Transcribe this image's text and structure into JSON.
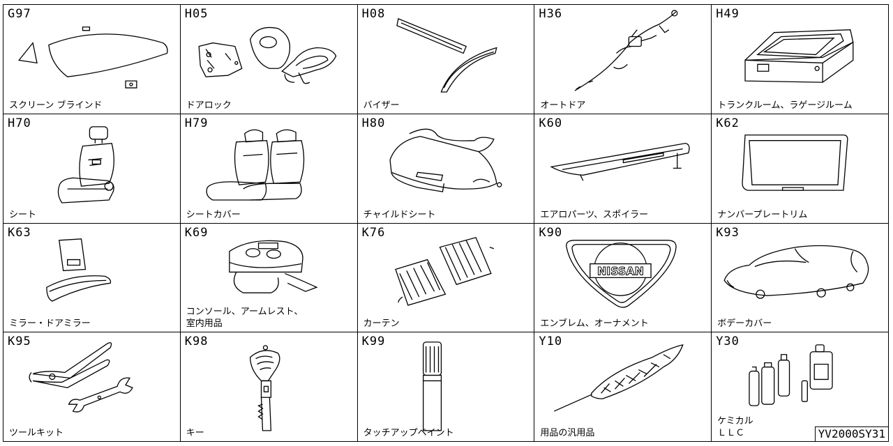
{
  "cells": [
    {
      "code": "G97",
      "label": "スクリーン ブラインド",
      "icon": "windshield-sunshade"
    },
    {
      "code": "H05",
      "label": "ドアロック",
      "icon": "door-lock"
    },
    {
      "code": "H08",
      "label": "バイザー",
      "icon": "visor"
    },
    {
      "code": "H36",
      "label": "オートドア",
      "icon": "auto-door-cable"
    },
    {
      "code": "H49",
      "label": "トランクルーム、ラゲージルーム",
      "icon": "trunk-box"
    },
    {
      "code": "H70",
      "label": "シート",
      "icon": "seat"
    },
    {
      "code": "H79",
      "label": "シートカバー",
      "icon": "seat-cover"
    },
    {
      "code": "H80",
      "label": "チャイルドシート",
      "icon": "child-seat"
    },
    {
      "code": "K60",
      "label": "エアロパーツ、スポイラー",
      "icon": "spoiler"
    },
    {
      "code": "K62",
      "label": "ナンバープレートリム",
      "icon": "plate-trim"
    },
    {
      "code": "K63",
      "label": "ミラー・ドアミラー",
      "icon": "mirror"
    },
    {
      "code": "K69",
      "label": "コンソール、アームレスト、\n室内用品",
      "icon": "console"
    },
    {
      "code": "K76",
      "label": "カーテン",
      "icon": "curtain"
    },
    {
      "code": "K90",
      "label": "エンブレム、オーナメント",
      "icon": "emblem",
      "emblem_text": "NISSAN"
    },
    {
      "code": "K93",
      "label": "ボデーカバー",
      "icon": "body-cover"
    },
    {
      "code": "K95",
      "label": "ツールキット",
      "icon": "tool-kit"
    },
    {
      "code": "K98",
      "label": "キー",
      "icon": "key"
    },
    {
      "code": "K99",
      "label": "タッチアップペイント",
      "icon": "touch-up-paint"
    },
    {
      "code": "Y10",
      "label": "用品の汎用品",
      "icon": "duster"
    },
    {
      "code": "Y30",
      "label": "ケミカル\nＬＬＣ",
      "icon": "chemicals"
    }
  ],
  "stamp": "YV2000SY31"
}
